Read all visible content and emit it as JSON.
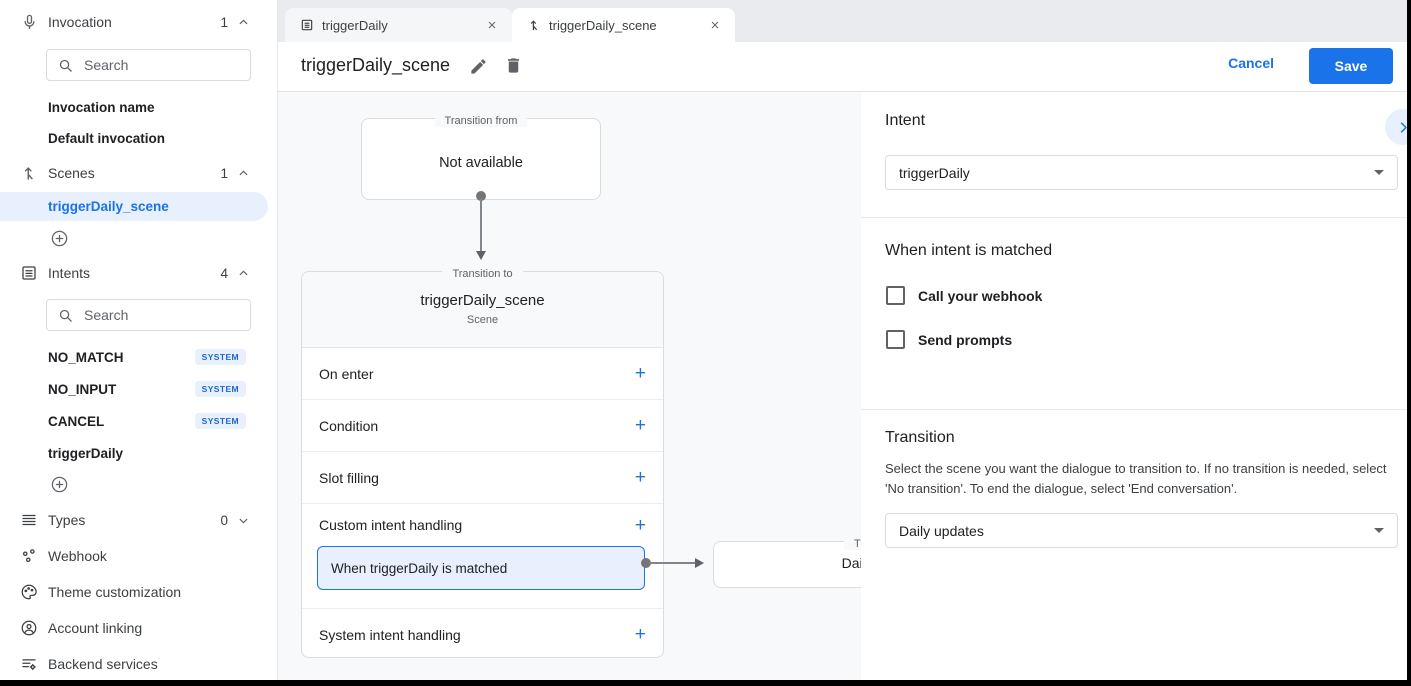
{
  "colors": {
    "accent": "#1a73e8",
    "accent_light": "#e8f0fe",
    "canvas_bg": "#f8f9fa"
  },
  "sidebar": {
    "search_placeholder": "Search",
    "sections": {
      "invocation": {
        "label": "Invocation",
        "count": "1"
      },
      "scenes": {
        "label": "Scenes",
        "count": "1"
      },
      "intents": {
        "label": "Intents",
        "count": "4"
      },
      "types": {
        "label": "Types",
        "count": "0"
      }
    },
    "invocation_items": [
      {
        "label": "Invocation name"
      },
      {
        "label": "Default invocation"
      }
    ],
    "scene_items": [
      {
        "label": "triggerDaily_scene"
      }
    ],
    "intent_items": [
      {
        "label": "NO_MATCH",
        "badge": "SYSTEM"
      },
      {
        "label": "NO_INPUT",
        "badge": "SYSTEM"
      },
      {
        "label": "CANCEL",
        "badge": "SYSTEM"
      },
      {
        "label": "triggerDaily"
      }
    ],
    "nav_items": [
      {
        "label": "Webhook"
      },
      {
        "label": "Theme customization"
      },
      {
        "label": "Account linking"
      },
      {
        "label": "Backend services"
      }
    ]
  },
  "tabs": [
    {
      "label": "triggerDaily"
    },
    {
      "label": "triggerDaily_scene"
    }
  ],
  "header": {
    "title": "triggerDaily_scene",
    "cancel_label": "Cancel",
    "save_label": "Save"
  },
  "canvas": {
    "transition_from": {
      "legend": "Transition from",
      "text": "Not available"
    },
    "scene_card": {
      "legend": "Transition to",
      "title": "triggerDaily_scene",
      "subtitle": "Scene",
      "rows": [
        "On enter",
        "Condition",
        "Slot filling",
        "Custom intent handling"
      ],
      "matched_label": "When triggerDaily is matched",
      "system_row": "System intent handling"
    },
    "target_box": {
      "legend": "Transition to",
      "text": "Daily updates"
    }
  },
  "panel": {
    "intent_heading": "Intent",
    "intent_value": "triggerDaily",
    "matched_heading": "When intent is matched",
    "checkbox_webhook": "Call your webhook",
    "checkbox_prompts": "Send prompts",
    "transition_heading": "Transition",
    "transition_description": "Select the scene you want the dialogue to transition to. If no transition is needed, select 'No transition'. To end the dialogue, select 'End conversation'.",
    "transition_value": "Daily updates"
  }
}
